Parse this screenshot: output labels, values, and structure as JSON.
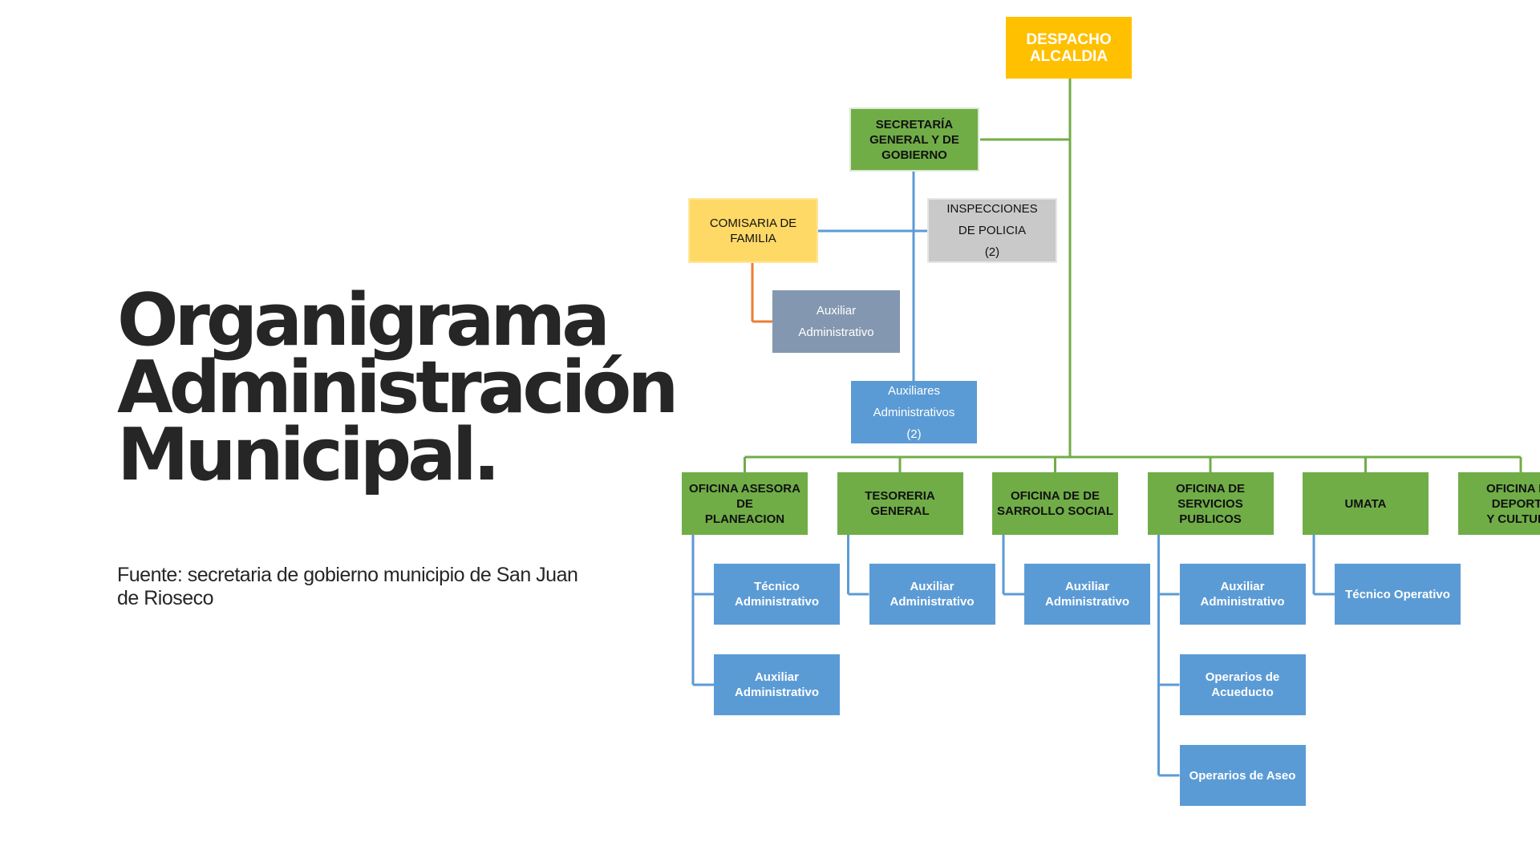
{
  "title": {
    "line1": " Organigrama",
    "line2": "Administración",
    "line3": "Municipal."
  },
  "source": "Fuente: secretaria de gobierno municipio de San Juan de Rioseco",
  "colors": {
    "alcaldia": "#ffc000",
    "oficina": "#70ad47",
    "cargo": "#5b9bd5",
    "comisaria": "#ffd966",
    "inspecciones": "#c9c9c9",
    "auxiliar_comisaria": "#8497b0",
    "connector_green": "#70ad47",
    "connector_blue": "#5b9bd5",
    "connector_orange": "#ed7d31"
  },
  "org": {
    "despacho": "DESPACHO\nALCALDIA",
    "secretaria": "SECRETARÍA\nGENERAL Y DE\nGOBIERNO",
    "comisaria": "COMISARIA DE\nFAMILIA",
    "inspecciones": "INSPECCIONES\nDE POLICIA\n(2)",
    "auxiliar_comisaria": "Auxiliar\nAdministrativo",
    "auxiliares_secretaria": "Auxiliares\nAdministrativos\n(2)",
    "offices": [
      {
        "label": "OFICINA ASESORA DE\nPLANEACION",
        "staff": [
          "Técnico\nAdministrativo",
          "Auxiliar\nAdministrativo"
        ]
      },
      {
        "label": "TESORERIA  GENERAL",
        "staff": [
          "Auxiliar\nAdministrativo"
        ]
      },
      {
        "label": "OFICINA DE DE\nSARROLLO SOCIAL",
        "staff": [
          "Auxiliar\nAdministrativo"
        ]
      },
      {
        "label": "OFICINA DE\nSERVICIOS PUBLICOS",
        "staff": [
          "Auxiliar\nAdministrativo",
          "Operarios de\nAcueducto",
          "Operarios de Aseo"
        ]
      },
      {
        "label": "UMATA",
        "staff": [
          "Técnico Operativo"
        ]
      },
      {
        "label": "OFICINA DE DEPORTE\nY CULTURA",
        "staff": []
      }
    ]
  }
}
